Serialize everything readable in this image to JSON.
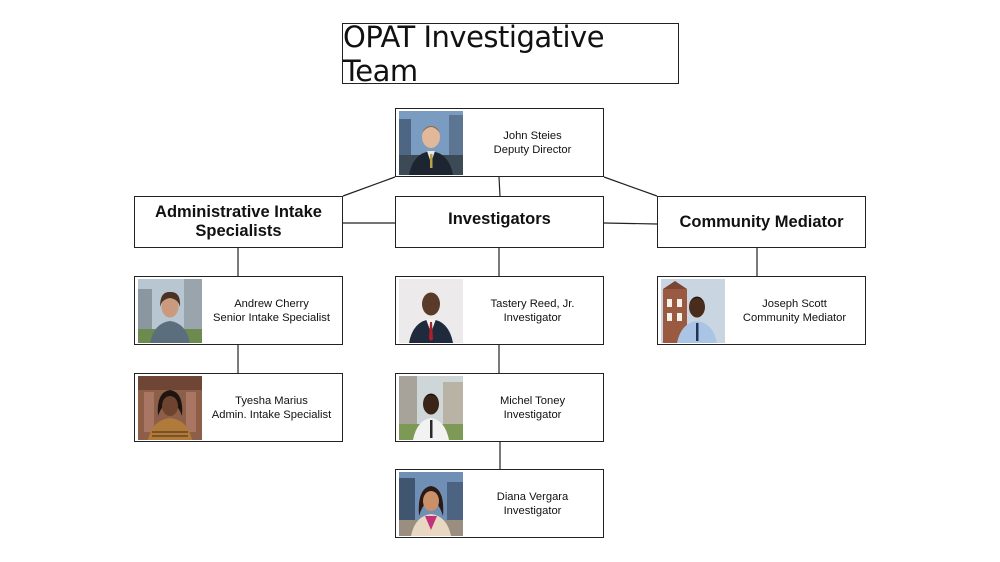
{
  "title": "OPAT Investigative Team",
  "director": {
    "name": "John Steies",
    "role": "Deputy Director",
    "photo_icon": "portrait-photo"
  },
  "departments": [
    {
      "label_line1": "Administrative Intake",
      "label_line2": "Specialists",
      "members": [
        {
          "name": "Andrew Cherry",
          "role": "Senior Intake Specialist",
          "photo_icon": "portrait-photo"
        },
        {
          "name": "Tyesha Marius",
          "role": "Admin. Intake Specialist",
          "photo_icon": "portrait-photo"
        }
      ]
    },
    {
      "label_line1": "Investigators",
      "label_line2": "",
      "members": [
        {
          "name": "Tastery Reed, Jr.",
          "role": "Investigator",
          "photo_icon": "portrait-photo"
        },
        {
          "name": "Michel Toney",
          "role": "Investigator",
          "photo_icon": "portrait-photo"
        },
        {
          "name": "Diana Vergara",
          "role": "Investigator",
          "photo_icon": "portrait-photo"
        }
      ]
    },
    {
      "label_line1": "Community Mediator",
      "label_line2": "",
      "members": [
        {
          "name": "Joseph Scott",
          "role": "Community Mediator",
          "photo_icon": "portrait-photo"
        }
      ]
    }
  ],
  "colors": {
    "border": "#222222",
    "background": "#ffffff",
    "text": "#111111"
  }
}
